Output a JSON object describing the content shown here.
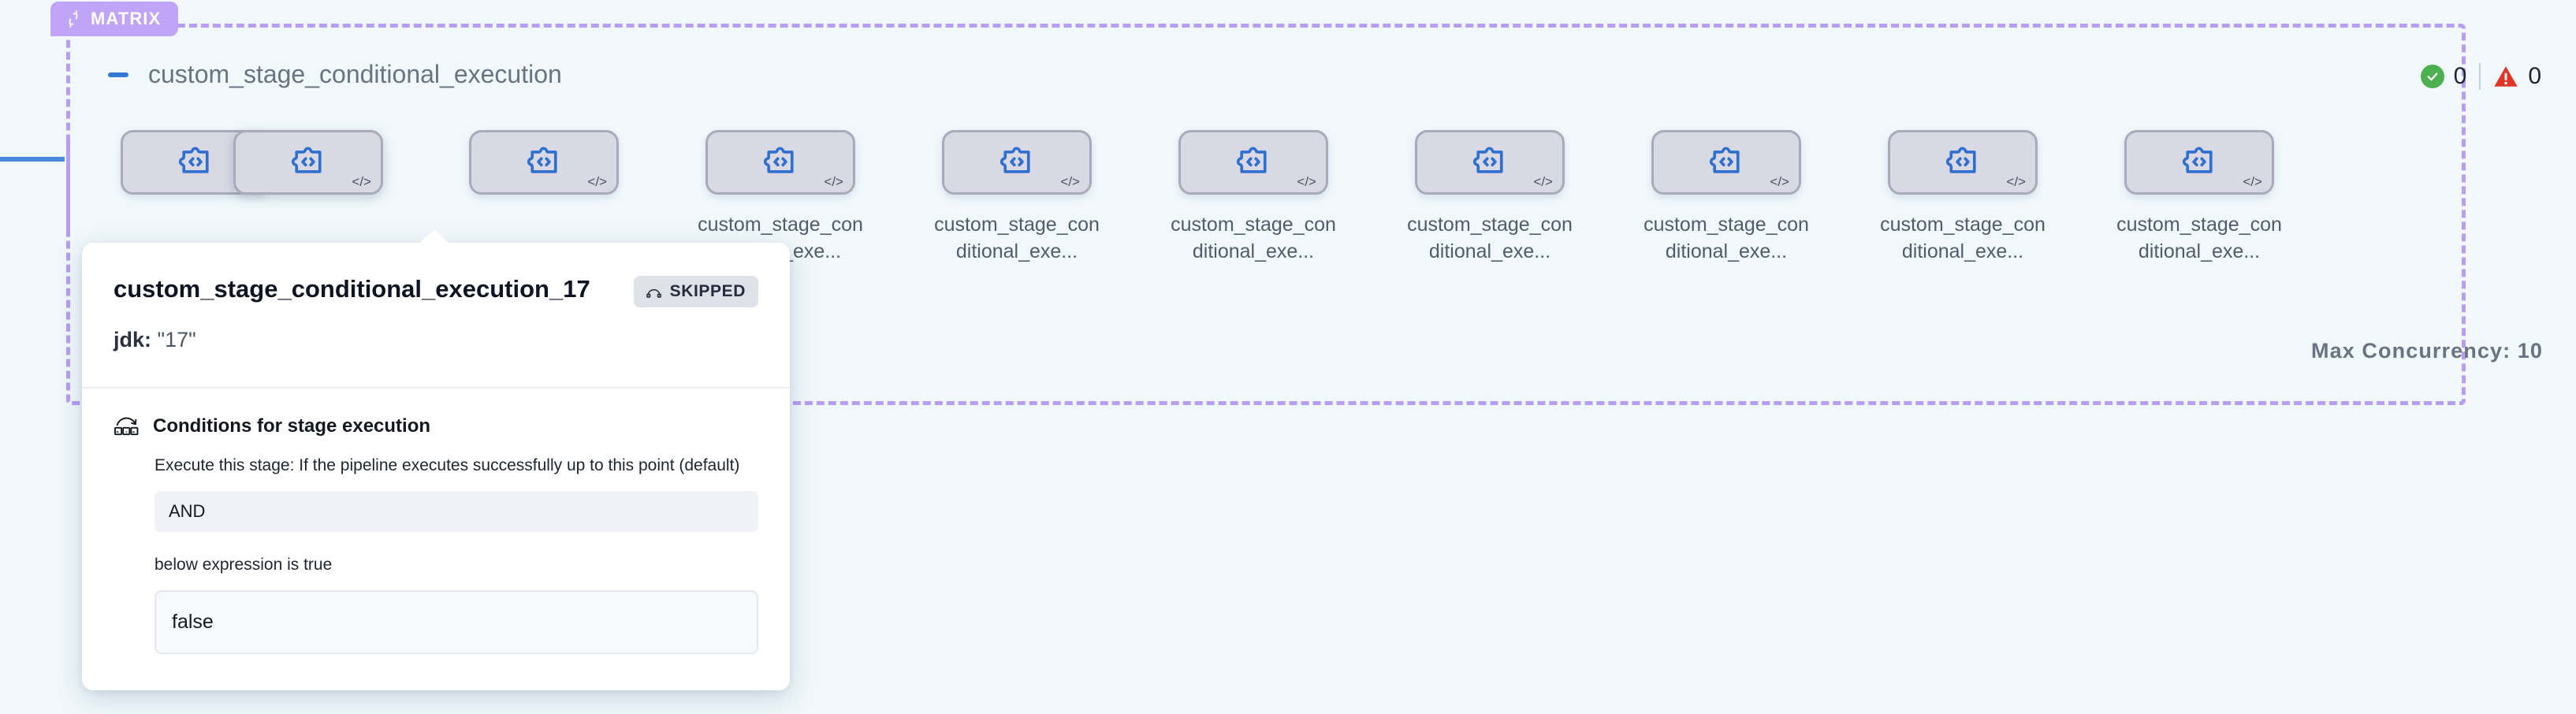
{
  "canvas": {
    "background_color": "#f0f8fc"
  },
  "matrix_group": {
    "badge": {
      "label": "MATRIX",
      "icon": "loop-refresh-icon",
      "background_color": "#bfa4f7",
      "text_color": "#ffffff"
    },
    "border_color": "#b69ef5",
    "header": {
      "collapse_icon": "minus-icon",
      "collapse_icon_color": "#3577d4",
      "title": "custom_stage_conditional_execution"
    },
    "status_counters": [
      {
        "icon": "check-circle-icon",
        "color": "#4caf50",
        "value": "0"
      },
      {
        "icon": "warning-triangle-icon",
        "color": "#e03426",
        "value": "0"
      }
    ],
    "max_concurrency_label": "Max Concurrency: 10",
    "nodes": [
      {
        "label": "",
        "icon": "code-block-icon",
        "corner_icon": "code-tag-icon",
        "active": false
      },
      {
        "label": "",
        "icon": "code-block-icon",
        "corner_icon": "code-tag-icon",
        "active": true
      },
      {
        "label": "",
        "icon": "code-block-icon",
        "corner_icon": "code-tag-icon",
        "active": false
      },
      {
        "label": "custom_stage_conditional_exe...",
        "icon": "code-block-icon",
        "corner_icon": "code-tag-icon",
        "active": false
      },
      {
        "label": "custom_stage_conditional_exe...",
        "icon": "code-block-icon",
        "corner_icon": "code-tag-icon",
        "active": false
      },
      {
        "label": "custom_stage_conditional_exe...",
        "icon": "code-block-icon",
        "corner_icon": "code-tag-icon",
        "active": false
      },
      {
        "label": "custom_stage_conditional_exe...",
        "icon": "code-block-icon",
        "corner_icon": "code-tag-icon",
        "active": false
      },
      {
        "label": "custom_stage_conditional_exe...",
        "icon": "code-block-icon",
        "corner_icon": "code-tag-icon",
        "active": false
      },
      {
        "label": "custom_stage_conditional_exe...",
        "icon": "code-block-icon",
        "corner_icon": "code-tag-icon",
        "active": false
      },
      {
        "label": "custom_stage_conditional_exe...",
        "icon": "code-block-icon",
        "corner_icon": "code-tag-icon",
        "active": false
      }
    ]
  },
  "popover": {
    "title": "custom_stage_conditional_execution_17",
    "status_chip": {
      "label": "SKIPPED",
      "icon": "skip-arc-icon",
      "background_color": "#dfe1e9",
      "text_color": "#262b3a"
    },
    "meta_key": "jdk:",
    "meta_value": "\"17\"",
    "section": {
      "icon": "conditional-skip-icon",
      "title": "Conditions for stage execution",
      "description": "Execute this stage: If the pipeline executes successfully up to this point (default)",
      "operator_value": "AND",
      "expression_label": "below expression is true",
      "expression_value": "false"
    }
  }
}
